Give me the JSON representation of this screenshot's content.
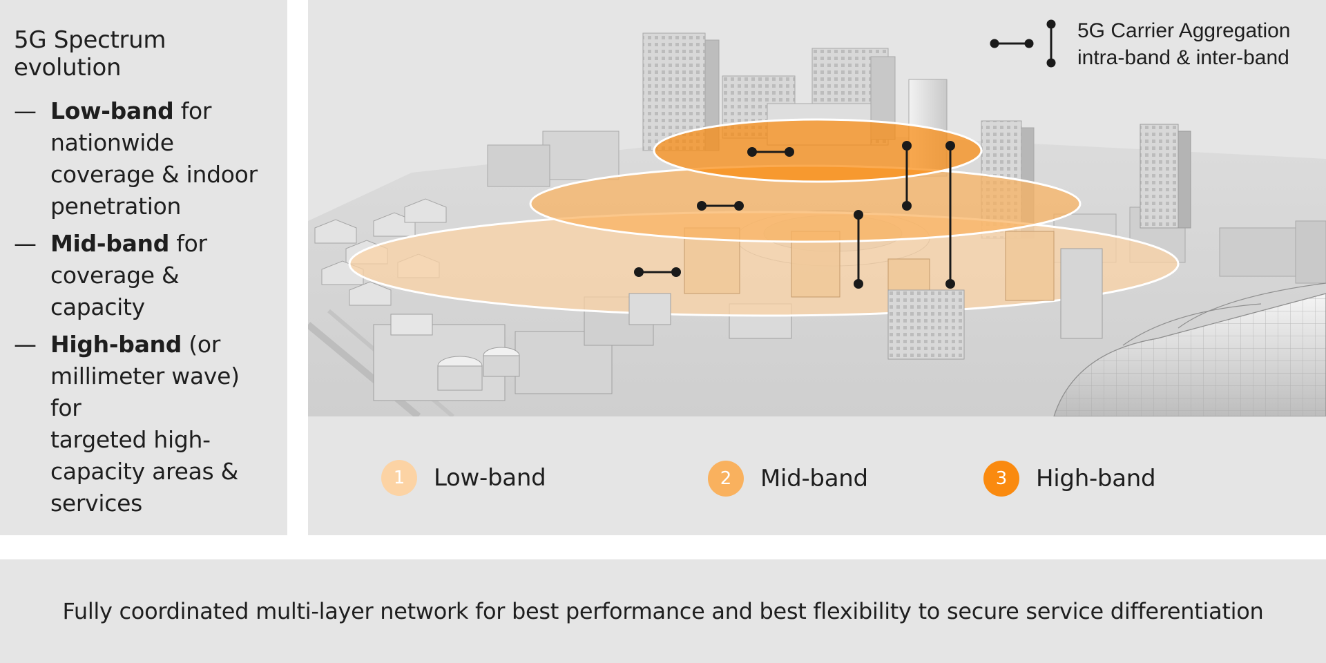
{
  "left_panel": {
    "title": "5G Spectrum evolution",
    "bullets": [
      {
        "dash": "—",
        "bold": "Low-band",
        "rest_first": " for",
        "rest_lines": [
          "nationwide",
          "coverage & indoor",
          "penetration"
        ]
      },
      {
        "dash": "—",
        "bold": "Mid-band",
        "rest_first": " for",
        "rest_lines": [
          "coverage & capacity"
        ]
      },
      {
        "dash": "—",
        "bold": "High-band",
        "rest_first": " (or",
        "rest_lines": [
          "millimeter wave) for",
          "targeted high-",
          "capacity areas &",
          "services"
        ]
      }
    ]
  },
  "carrier_aggregation": {
    "line1": "5G Carrier Aggregation",
    "line2": "intra-band & inter-band"
  },
  "legend": [
    {
      "number": "1",
      "label": "Low-band",
      "color": "#fcd3a4"
    },
    {
      "number": "2",
      "label": "Mid-band",
      "color": "#f9b15e"
    },
    {
      "number": "3",
      "label": "High-band",
      "color": "#fa8a0f"
    }
  ],
  "footer": {
    "text": "Fully coordinated multi-layer network for best performance and best flexibility to secure service differentiation"
  },
  "colors": {
    "panel_bg": "#e5e5e5",
    "low_band": "#fcd3a4",
    "mid_band": "#f9b15e",
    "high_band": "#fa8a0f"
  }
}
